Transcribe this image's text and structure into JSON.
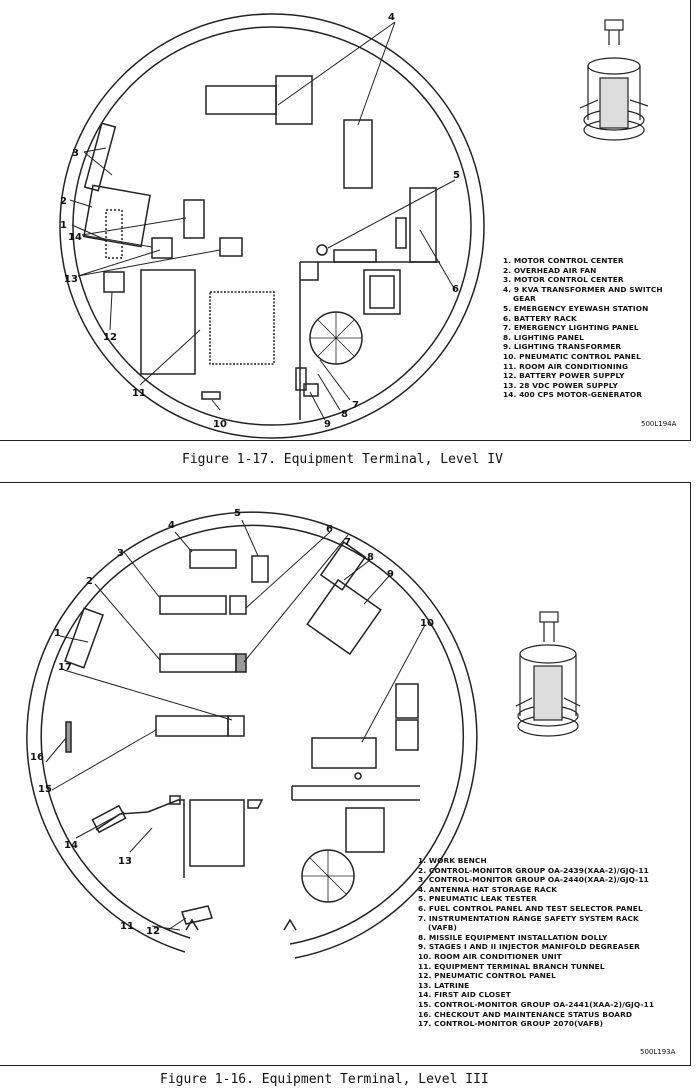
{
  "figure_iv": {
    "caption": "Figure 1-17.  Equipment Terminal, Level IV",
    "figure_id": "500L194A",
    "callouts": [
      "1",
      "2",
      "3",
      "4",
      "5",
      "6",
      "7",
      "8",
      "9",
      "10",
      "11",
      "12",
      "13",
      "14"
    ],
    "legend": [
      "1. MOTOR CONTROL CENTER",
      "2. OVERHEAD AIR FAN",
      "3. MOTOR CONTROL CENTER",
      "4. 9 KVA TRANSFORMER AND SWITCH",
      "   GEAR",
      "5. EMERGENCY EYEWASH STATION",
      "6. BATTERY RACK",
      "7. EMERGENCY LIGHTING PANEL",
      "8. LIGHTING PANEL",
      "9. LIGHTING TRANSFORMER",
      "10. PNEUMATIC CONTROL PANEL",
      "11. ROOM AIR CONDITIONING",
      "12. BATTERY POWER SUPPLY",
      "13. 28 VDC POWER SUPPLY",
      "14. 400 CPS MOTOR-GENERATOR"
    ]
  },
  "figure_iii": {
    "caption": "Figure 1-16.  Equipment Terminal, Level III",
    "figure_id": "500L193A",
    "callouts": [
      "1",
      "2",
      "3",
      "4",
      "5",
      "6",
      "7",
      "8",
      "9",
      "10",
      "11",
      "12",
      "13",
      "14",
      "15",
      "16",
      "17"
    ],
    "legend": [
      "1. WORK BENCH",
      "2. CONTROL-MONITOR GROUP OA-2439(XAA-2)/GJQ-11",
      "3. CONTROL-MONITOR GROUP OA-2440(XAA-2)/GJQ-11",
      "4. ANTENNA HAT STORAGE RACK",
      "5. PNEUMATIC LEAK TESTER",
      "6. FUEL CONTROL PANEL AND TEST SELECTOR PANEL",
      "7. INSTRUMENTATION RANGE SAFETY SYSTEM RACK",
      "   (VAFB)",
      "8. MISSILE EQUIPMENT INSTALLATION DOLLY",
      "9. STAGES I AND II INJECTOR MANIFOLD DEGREASER",
      "10. ROOM AIR CONDITIONER UNIT",
      "11. EQUIPMENT TERMINAL BRANCH TUNNEL",
      "12. PNEUMATIC CONTROL PANEL",
      "13. LATRINE",
      "14. FIRST AID CLOSET",
      "15. CONTROL-MONITOR GROUP OA-2441(XAA-2)/GJQ-11",
      "16. CHECKOUT AND MAINTENANCE STATUS BOARD",
      "17. CONTROL-MONITOR GROUP 2070(VAFB)"
    ]
  }
}
